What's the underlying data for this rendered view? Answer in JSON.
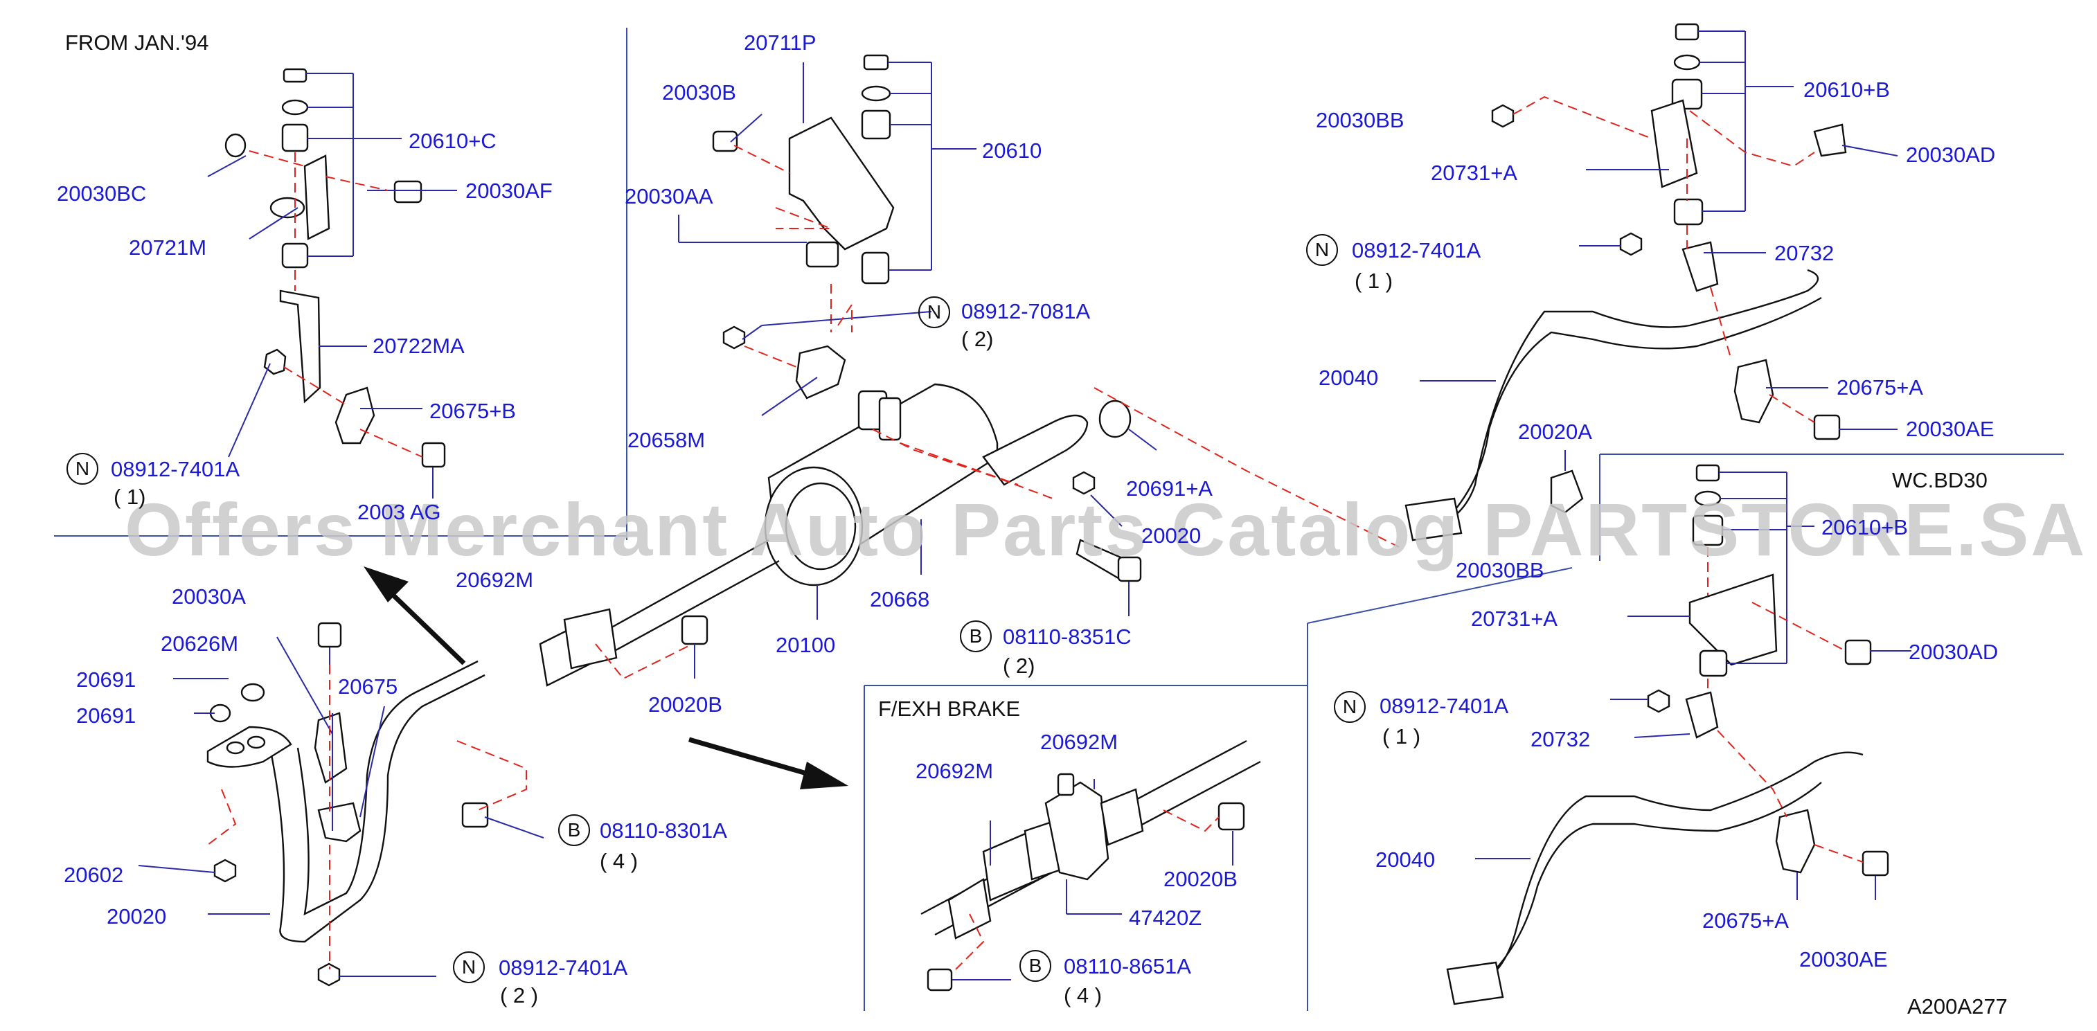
{
  "header": {
    "from_label": "FROM   JAN.'94",
    "wc_label": "WC.BD30",
    "fexh_label": "F/EXH   BRAKE",
    "code": "A200A277"
  },
  "watermark": "Offers Merchant Auto Parts Catalog PARTSTORE.SA",
  "symbols": {
    "n": "N",
    "b": "B"
  },
  "labels": {
    "p20030BC": "20030BC",
    "p20610C": "20610+C",
    "p20030AF": "20030AF",
    "p20721M": "20721M",
    "p20722MA": "20722MA",
    "p20675B": "20675+B",
    "n08912_7401A_tl": "08912-7401A",
    "q1_tl": "( 1)",
    "p2003AG": "2003 AG",
    "p20711P": "20711P",
    "p20030B": "20030B",
    "p20610": "20610",
    "p20030AA": "20030AA",
    "n08912_7081A": "08912-7081A",
    "q2_7081": "( 2)",
    "p20658M": "20658M",
    "p20691A": "20691+A",
    "p20020": "20020",
    "p20692M_l": "20692M",
    "p20668": "20668",
    "p20100": "20100",
    "b08110_8351C": "08110-8351C",
    "q2_8351": "( 2)",
    "p20020B_m": "20020B",
    "p20030A": "20030A",
    "p20626M": "20626M",
    "p20691_1": "20691",
    "p20691_2": "20691",
    "p20675": "20675",
    "b08110_8301A": "08110-8301A",
    "q4_8301": "( 4 )",
    "p20602": "20602",
    "p20020_b": "20020",
    "n08912_7401A_bot": "08912-7401A",
    "q2_bot": "( 2 )",
    "p20692M_f1": "20692M",
    "p20692M_f2": "20692M",
    "p20020B_f": "20020B",
    "p47420Z": "47420Z",
    "b08110_8651A": "08110-8651A",
    "q4_8651": "( 4 )",
    "p20030BB_t": "20030BB",
    "p20610B_t": "20610+B",
    "p20030AD_t": "20030AD",
    "p20731A_t": "20731+A",
    "n08912_7401A_tr": "08912-7401A",
    "q1_tr": "( 1 )",
    "p20732_t": "20732",
    "p20040_t": "20040",
    "p20675A_t": "20675+A",
    "p20020A": "20020A",
    "p20030AE_t": "20030AE",
    "p20610B_b": "20610+B",
    "p20030BB_b": "20030BB",
    "p20731A_b": "20731+A",
    "p20030AD_b": "20030AD",
    "n08912_7401A_br": "08912-7401A",
    "q1_br": "( 1 )",
    "p20732_b": "20732",
    "p20040_b": "20040",
    "p20675A_b": "20675+A",
    "p20030AE_b": "20030AE"
  }
}
